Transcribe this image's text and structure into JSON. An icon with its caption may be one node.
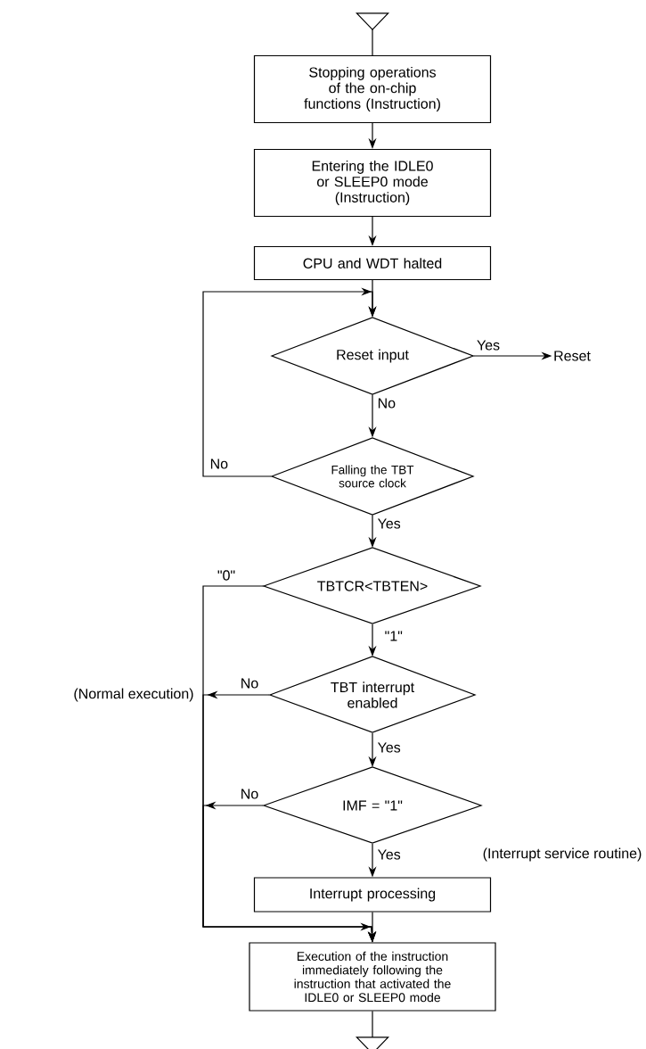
{
  "diagram": {
    "nodes": [
      {
        "text": [],
        "shape": "triangle"
      },
      {
        "text": [
          "Stopping operations of the on-chip functions (Instruction)"
        ]
      },
      {
        "text": [
          "Entering the IDLE0 or SLEEP0 mode (Instruction)"
        ]
      },
      {
        "text": [
          "CPU and WDT halted"
        ]
      },
      {
        "text": [
          "Reset input"
        ]
      },
      {
        "text": [
          "Reset"
        ]
      },
      {
        "text": [
          "Falling the TBT source clock"
        ]
      },
      {
        "text": [
          "TBTCR<TBTEN>"
        ]
      },
      {
        "text": [
          "TBT interrupt enabled"
        ]
      },
      {
        "text": [
          "IMF = \"1\""
        ]
      },
      {
        "text": [
          "Interrupt processing"
        ]
      },
      {
        "text": [
          "Execution of the instruction immediately following the instruction that activated the IDLE0 or SLEEP0 mode"
        ]
      },
      {
        "text": [],
        "shape": "triangle"
      }
    ],
    "edges": [
      {
        "from": 0,
        "to": 1,
        "arrow": "none"
      },
      {
        "from": 1,
        "to": 2,
        "arrow": "to"
      },
      {
        "from": 2,
        "to": 3,
        "arrow": "to"
      },
      {
        "from": 3,
        "to": 4,
        "arrow": "to"
      },
      {
        "from": 4,
        "to": 5,
        "arrow": "to",
        "label": "Yes"
      },
      {
        "from": 4,
        "to": 6,
        "arrow": "to",
        "label": "No"
      },
      {
        "from": 6,
        "to": 4,
        "arrow": "to",
        "label": "No"
      },
      {
        "from": 6,
        "to": 7,
        "arrow": "to",
        "label": "Yes"
      },
      {
        "from": 7,
        "to": 11,
        "arrow": "to",
        "label": "\"0\""
      },
      {
        "from": 7,
        "to": 8,
        "arrow": "to",
        "label": "\"1\""
      },
      {
        "from": 8,
        "to": 11,
        "arrow": "to",
        "label": "No"
      },
      {
        "from": 8,
        "to": 9,
        "arrow": "to",
        "label": "Yes"
      },
      {
        "from": 9,
        "to": 11,
        "arrow": "to",
        "label": "No"
      },
      {
        "from": 9,
        "to": 10,
        "arrow": "to",
        "label": "Yes"
      },
      {
        "from": 10,
        "to": 11,
        "arrow": "to"
      },
      {
        "from": 11,
        "to": 12,
        "arrow": "none"
      }
    ],
    "labels": [
      "(Normal execution)",
      "(Interrupt service routine)"
    ]
  }
}
